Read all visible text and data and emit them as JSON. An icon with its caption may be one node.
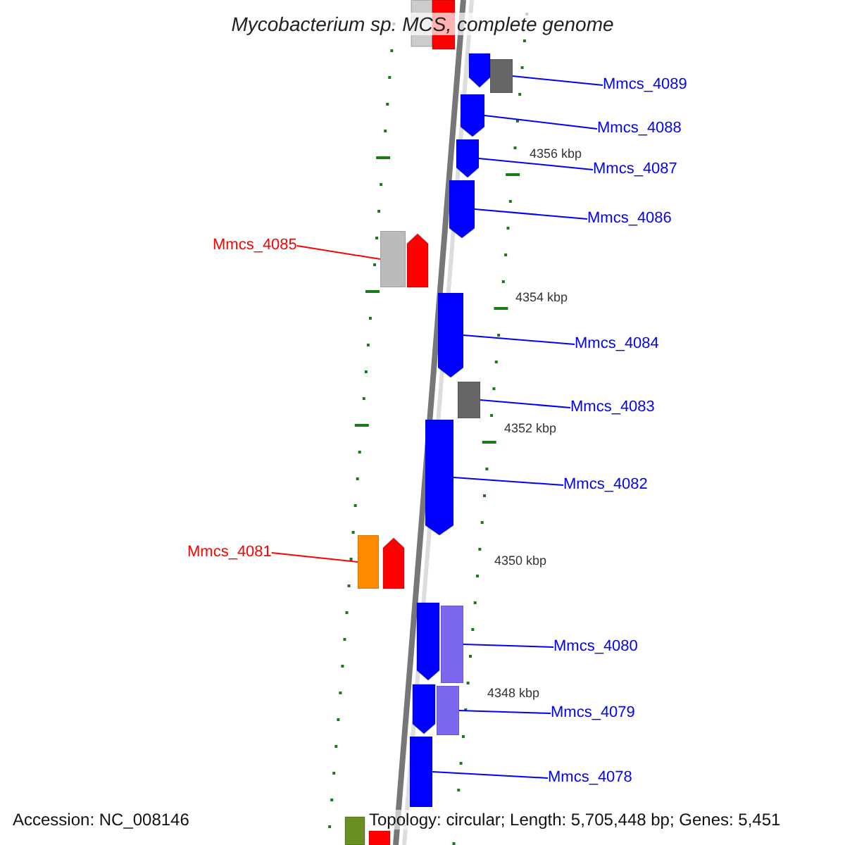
{
  "diagram": {
    "title": "Mycobacterium sp. MCS, complete genome",
    "nodes": [
      {
        "text": [
          "Mmcs_4089"
        ]
      },
      {
        "text": [],
        "shape": "box"
      },
      {
        "text": [
          "Mmcs_4088"
        ]
      },
      {
        "text": [],
        "shape": "arrow"
      },
      {
        "text": [
          "Mmcs_4087"
        ]
      },
      {
        "text": [],
        "shape": "arrow"
      },
      {
        "text": [
          "Mmcs_4086"
        ]
      },
      {
        "text": [],
        "shape": "arrow"
      },
      {
        "text": [
          "Mmcs_4085"
        ]
      },
      {
        "text": [],
        "shape": "box"
      },
      {
        "text": [
          "Mmcs_4084"
        ]
      },
      {
        "text": [],
        "shape": "arrow"
      },
      {
        "text": [
          "Mmcs_4083"
        ]
      },
      {
        "text": [],
        "shape": "box"
      },
      {
        "text": [
          "Mmcs_4082"
        ]
      },
      {
        "text": [],
        "shape": "arrow"
      },
      {
        "text": [
          "Mmcs_4081"
        ]
      },
      {
        "text": [],
        "shape": "box"
      },
      {
        "text": [
          "Mmcs_4080"
        ]
      },
      {
        "text": [],
        "shape": "box"
      },
      {
        "text": [
          "Mmcs_4079"
        ]
      },
      {
        "text": [],
        "shape": "box"
      },
      {
        "text": [
          "Mmcs_4078"
        ]
      },
      {
        "text": [],
        "shape": "box"
      }
    ],
    "edges": [
      {
        "from": 0,
        "to": 1,
        "arrow": "none"
      },
      {
        "from": 2,
        "to": 3,
        "arrow": "none"
      },
      {
        "from": 4,
        "to": 5,
        "arrow": "none"
      },
      {
        "from": 6,
        "to": 7,
        "arrow": "none"
      },
      {
        "from": 8,
        "to": 9,
        "arrow": "none",
        "color": "#ff0000"
      },
      {
        "from": 10,
        "to": 11,
        "arrow": "none"
      },
      {
        "from": 12,
        "to": 13,
        "arrow": "none"
      },
      {
        "from": 14,
        "to": 15,
        "arrow": "none"
      },
      {
        "from": 16,
        "to": 17,
        "arrow": "none",
        "color": "#ff0000"
      },
      {
        "from": 18,
        "to": 19,
        "arrow": "none"
      },
      {
        "from": 20,
        "to": 21,
        "arrow": "none"
      },
      {
        "from": 22,
        "to": 23,
        "arrow": "none"
      }
    ],
    "labels": [
      "4356 kbp",
      "4354 kbp",
      "4352 kbp",
      "4350 kbp",
      "4348 kbp",
      "Accession: NC_008146",
      "Topology: circular; Length: 5,705,448 bp; Genes: 5,451"
    ]
  }
}
